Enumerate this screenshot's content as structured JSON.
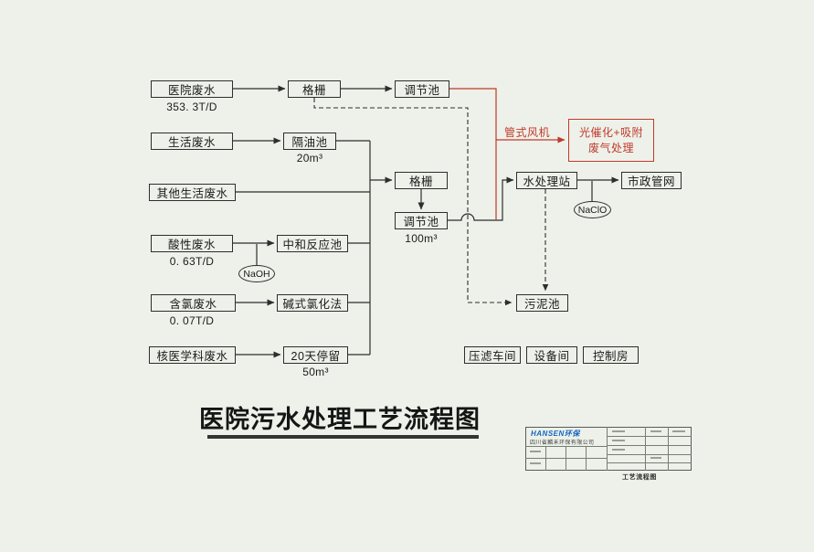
{
  "colors": {
    "background": "#edf1e9",
    "ink": "#2e2e2e",
    "accent_red": "#c0392b",
    "logo_blue": "#1565c0"
  },
  "title": {
    "text": "医院污水处理工艺流程图"
  },
  "nodes": {
    "hospital": "医院废水",
    "hospital_flow": "353. 3T/D",
    "screen1": "格栅",
    "regulate1": "调节池",
    "domestic": "生活废水",
    "oil_tank": "隔油池",
    "oil_volume": "20m³",
    "other_domestic": "其他生活废水",
    "acid": "酸性废水",
    "acid_flow": "0. 63T/D",
    "naoh": "NaOH",
    "neutralize": "中和反应池",
    "chlorine": "含氯废水",
    "chlorine_flow": "0. 07T/D",
    "alkaline_chlorination": "碱式氯化法",
    "nuclear": "核医学科废水",
    "retention": "20天停留",
    "retention_volume": "50m³",
    "screen2": "格栅",
    "regulate2": "调节池",
    "regulate2_volume": "100m³",
    "fan": "管式风机",
    "gas_line1": "光催化+吸附",
    "gas_line2": "废气处理",
    "station": "水处理站",
    "naclo": "NaClO",
    "municipal": "市政管网",
    "sludge": "污泥池",
    "press_room": "压滤车间",
    "equipment_room": "设备间",
    "control_room": "控制房"
  },
  "titleblock": {
    "logo": "HANSEN环保",
    "company": "四川省麟禾环保有限公司",
    "caption": "工艺流程图"
  }
}
